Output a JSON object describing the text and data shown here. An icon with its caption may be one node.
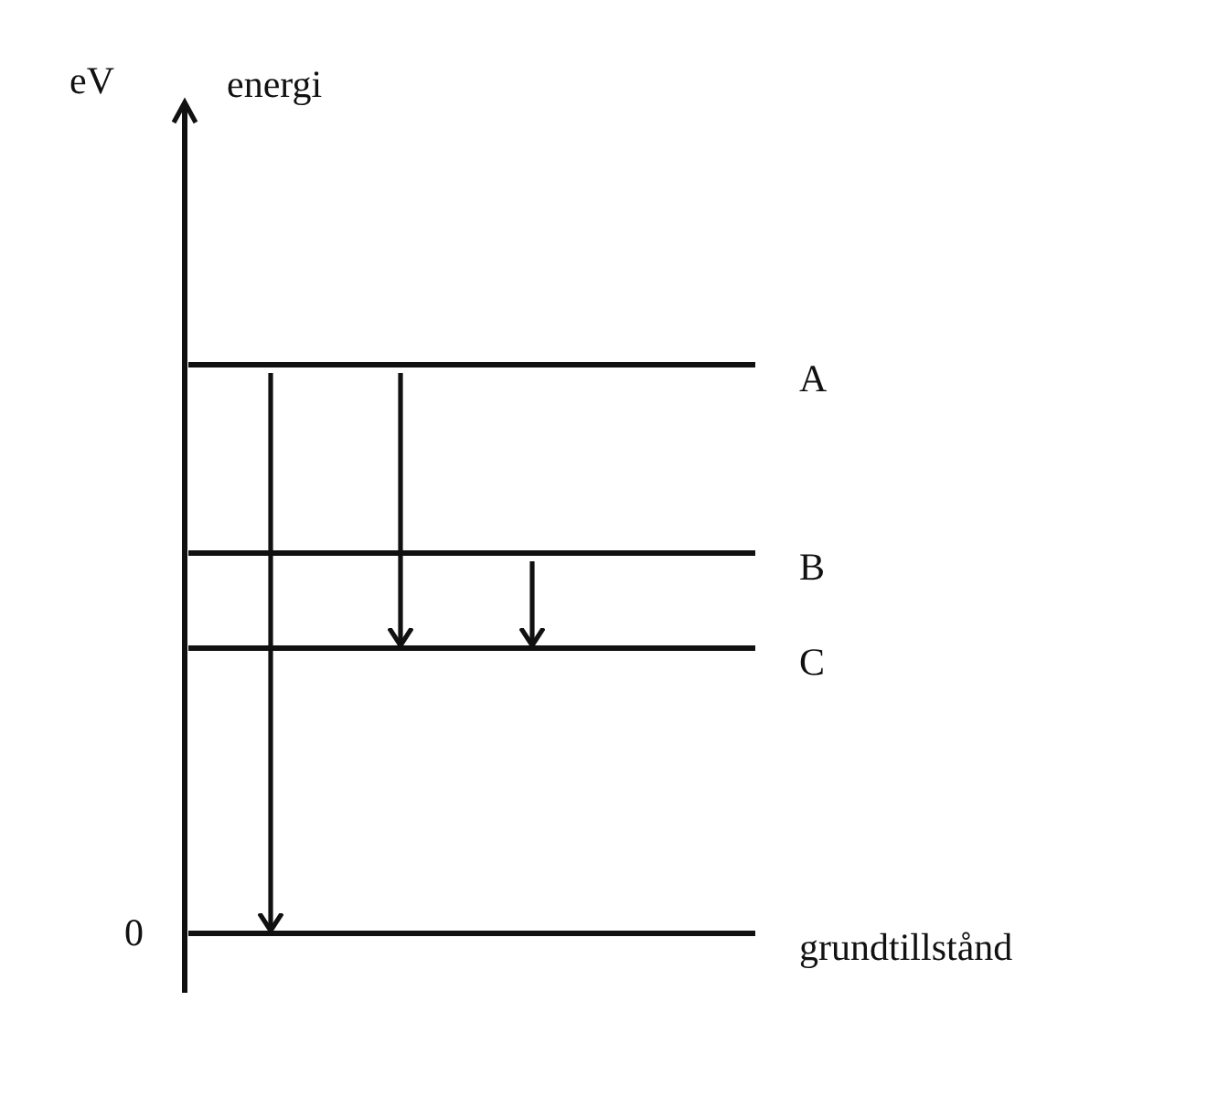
{
  "diagram": {
    "nodes": [
      {
        "text": [],
        "shape": "bar",
        "beside": [
          "A"
        ]
      },
      {
        "text": [],
        "shape": "bar",
        "beside": [
          "B"
        ]
      },
      {
        "text": [],
        "shape": "bar",
        "beside": [
          "C"
        ]
      },
      {
        "text": [],
        "shape": "bar",
        "beside": [
          "grundtillstånd"
        ]
      }
    ],
    "edges": [
      {
        "from": 0,
        "to": 3,
        "arrow": "to"
      },
      {
        "from": 0,
        "to": 2,
        "arrow": "to"
      },
      {
        "from": 1,
        "to": 2,
        "arrow": "to"
      }
    ],
    "labels": [
      "eV",
      "energi",
      "0"
    ]
  }
}
